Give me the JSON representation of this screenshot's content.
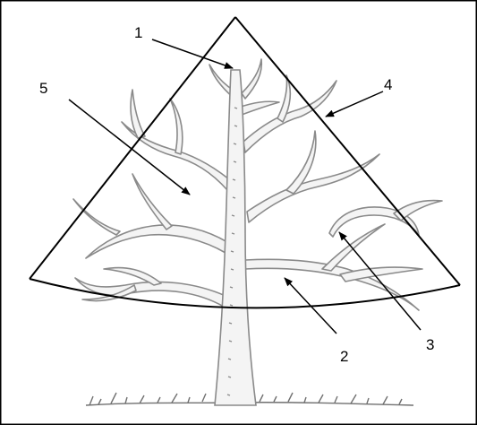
{
  "diagram": {
    "labels": [
      {
        "id": "1",
        "text": "1"
      },
      {
        "id": "2",
        "text": "2"
      },
      {
        "id": "3",
        "text": "3"
      },
      {
        "id": "4",
        "text": "4"
      },
      {
        "id": "5",
        "text": "5"
      }
    ]
  },
  "colors": {
    "frame": "#000000",
    "outline": "#000000",
    "trunk": "#8a8a8a",
    "trunk_fill": "#f4f4f4",
    "ground": "#707070"
  }
}
